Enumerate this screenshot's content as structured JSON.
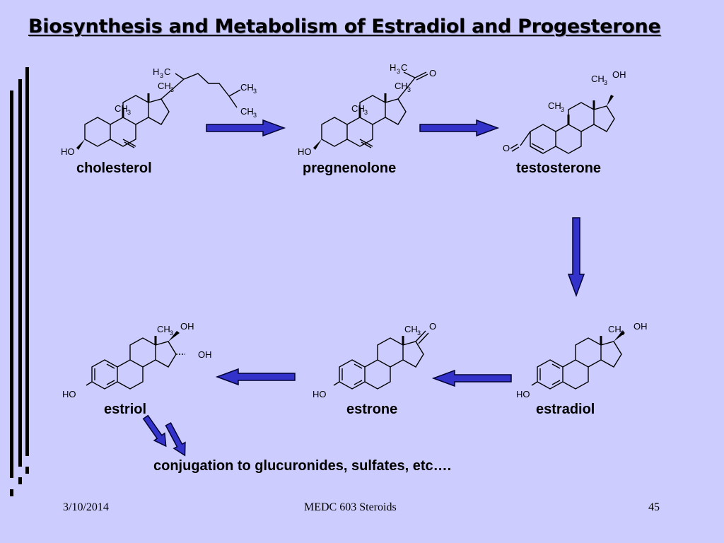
{
  "slide": {
    "title": "Biosynthesis and Metabolism of Estradiol and Progesterone",
    "footer": {
      "date": "3/10/2014",
      "course": "MEDC 603 Steroids",
      "page": "45"
    },
    "conjugation_note": "conjugation to glucuronides, sulfates, etc…."
  },
  "compounds": {
    "cholesterol": {
      "name": "cholesterol"
    },
    "pregnenolone": {
      "name": "pregnenolone"
    },
    "testosterone": {
      "name": "testosterone"
    },
    "estradiol": {
      "name": "estradiol"
    },
    "estrone": {
      "name": "estrone"
    },
    "estriol": {
      "name": "estriol"
    }
  },
  "atom_labels": {
    "ho": "HO",
    "oh": "OH",
    "o": "O",
    "ch": "CH",
    "h": "H",
    "c": "C",
    "three": "3"
  },
  "colors": {
    "background": "#ccccff",
    "arrow_fill": "#3333cc",
    "arrow_outline": "#000033"
  }
}
